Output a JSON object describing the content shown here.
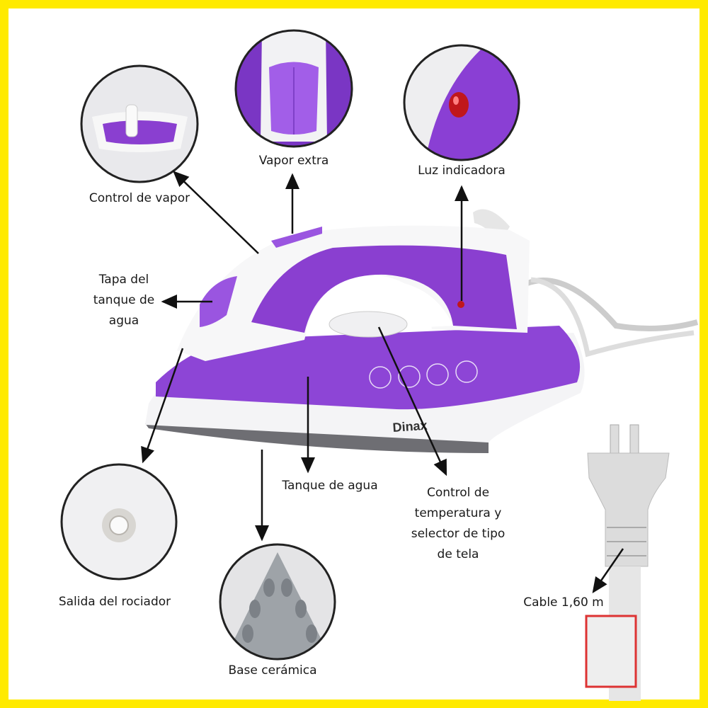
{
  "colors": {
    "border": "#FFEA00",
    "purple": "#7B2FBE",
    "purple_light": "#A66BE0",
    "white": "#F4F4F4",
    "sole": "#6E6E73"
  },
  "brand": {
    "logo": "Dinax"
  },
  "labels": {
    "control_vapor": "Control de vapor",
    "vapor_extra": "Vapor extra",
    "luz_indicadora": "Luz indicadora",
    "tapa": [
      "Tapa del",
      "tanque de",
      "agua"
    ],
    "tanque": "Tanque de agua",
    "control_temp": [
      "Control de",
      "temperatura y",
      "selector de tipo",
      "de tela"
    ],
    "salida": "Salida del rociador",
    "base": "Base cerámica",
    "cable": "Cable 1,60 m"
  }
}
